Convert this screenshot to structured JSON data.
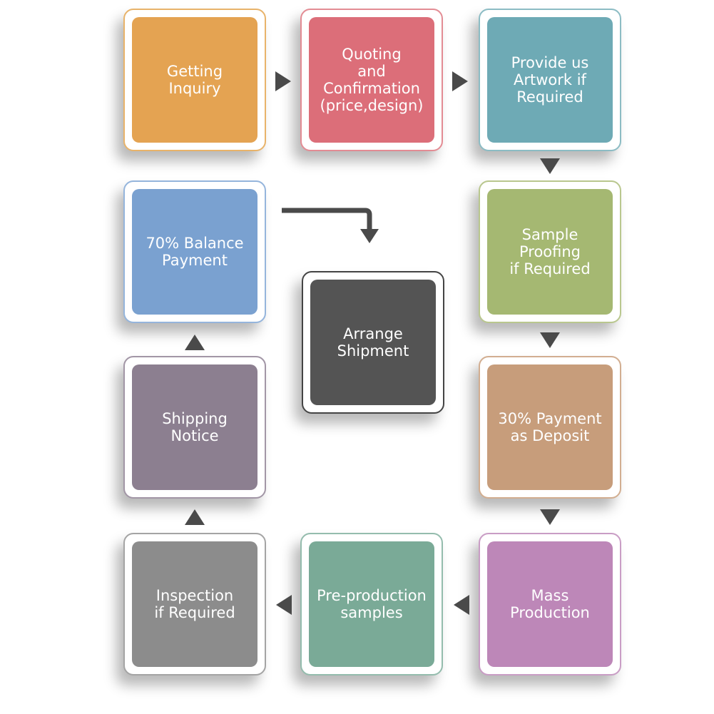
{
  "steps": {
    "getting_inquiry": {
      "label": "Getting\nInquiry",
      "color": "#e4a352",
      "border": "#e8b36a"
    },
    "quoting": {
      "label": "Quoting\nand\nConfirmation\n(price,design)",
      "color": "#dc6e79",
      "border": "#e38c94"
    },
    "artwork": {
      "label": "Provide us\nArtwork if\nRequired",
      "color": "#6eaab5",
      "border": "#8cbcc4"
    },
    "sample_proofing": {
      "label": "Sample\nProofing\nif Required",
      "color": "#a5b872",
      "border": "#b9c78e"
    },
    "deposit": {
      "label": "30% Payment\nas Deposit",
      "color": "#c79d7b",
      "border": "#d2ae91"
    },
    "mass_production": {
      "label": "Mass\nProduction",
      "color": "#bd87b8",
      "border": "#c99dc5"
    },
    "preproduction": {
      "label": "Pre-production\nsamples",
      "color": "#7aaa97",
      "border": "#94bcad"
    },
    "inspection": {
      "label": "Inspection\nif Required",
      "color": "#8c8c8c",
      "border": "#a4a4a4"
    },
    "shipping_notice": {
      "label": "Shipping\nNotice",
      "color": "#8c7f90",
      "border": "#a296a6"
    },
    "balance_payment": {
      "label": "70% Balance\nPayment",
      "color": "#7aa1d0",
      "border": "#95b5dc"
    },
    "arrange_shipment": {
      "label": "Arrange\nShipment",
      "color": "#545454",
      "border": "#444444"
    }
  },
  "colors": {
    "arrow": "#4a4a4a"
  }
}
